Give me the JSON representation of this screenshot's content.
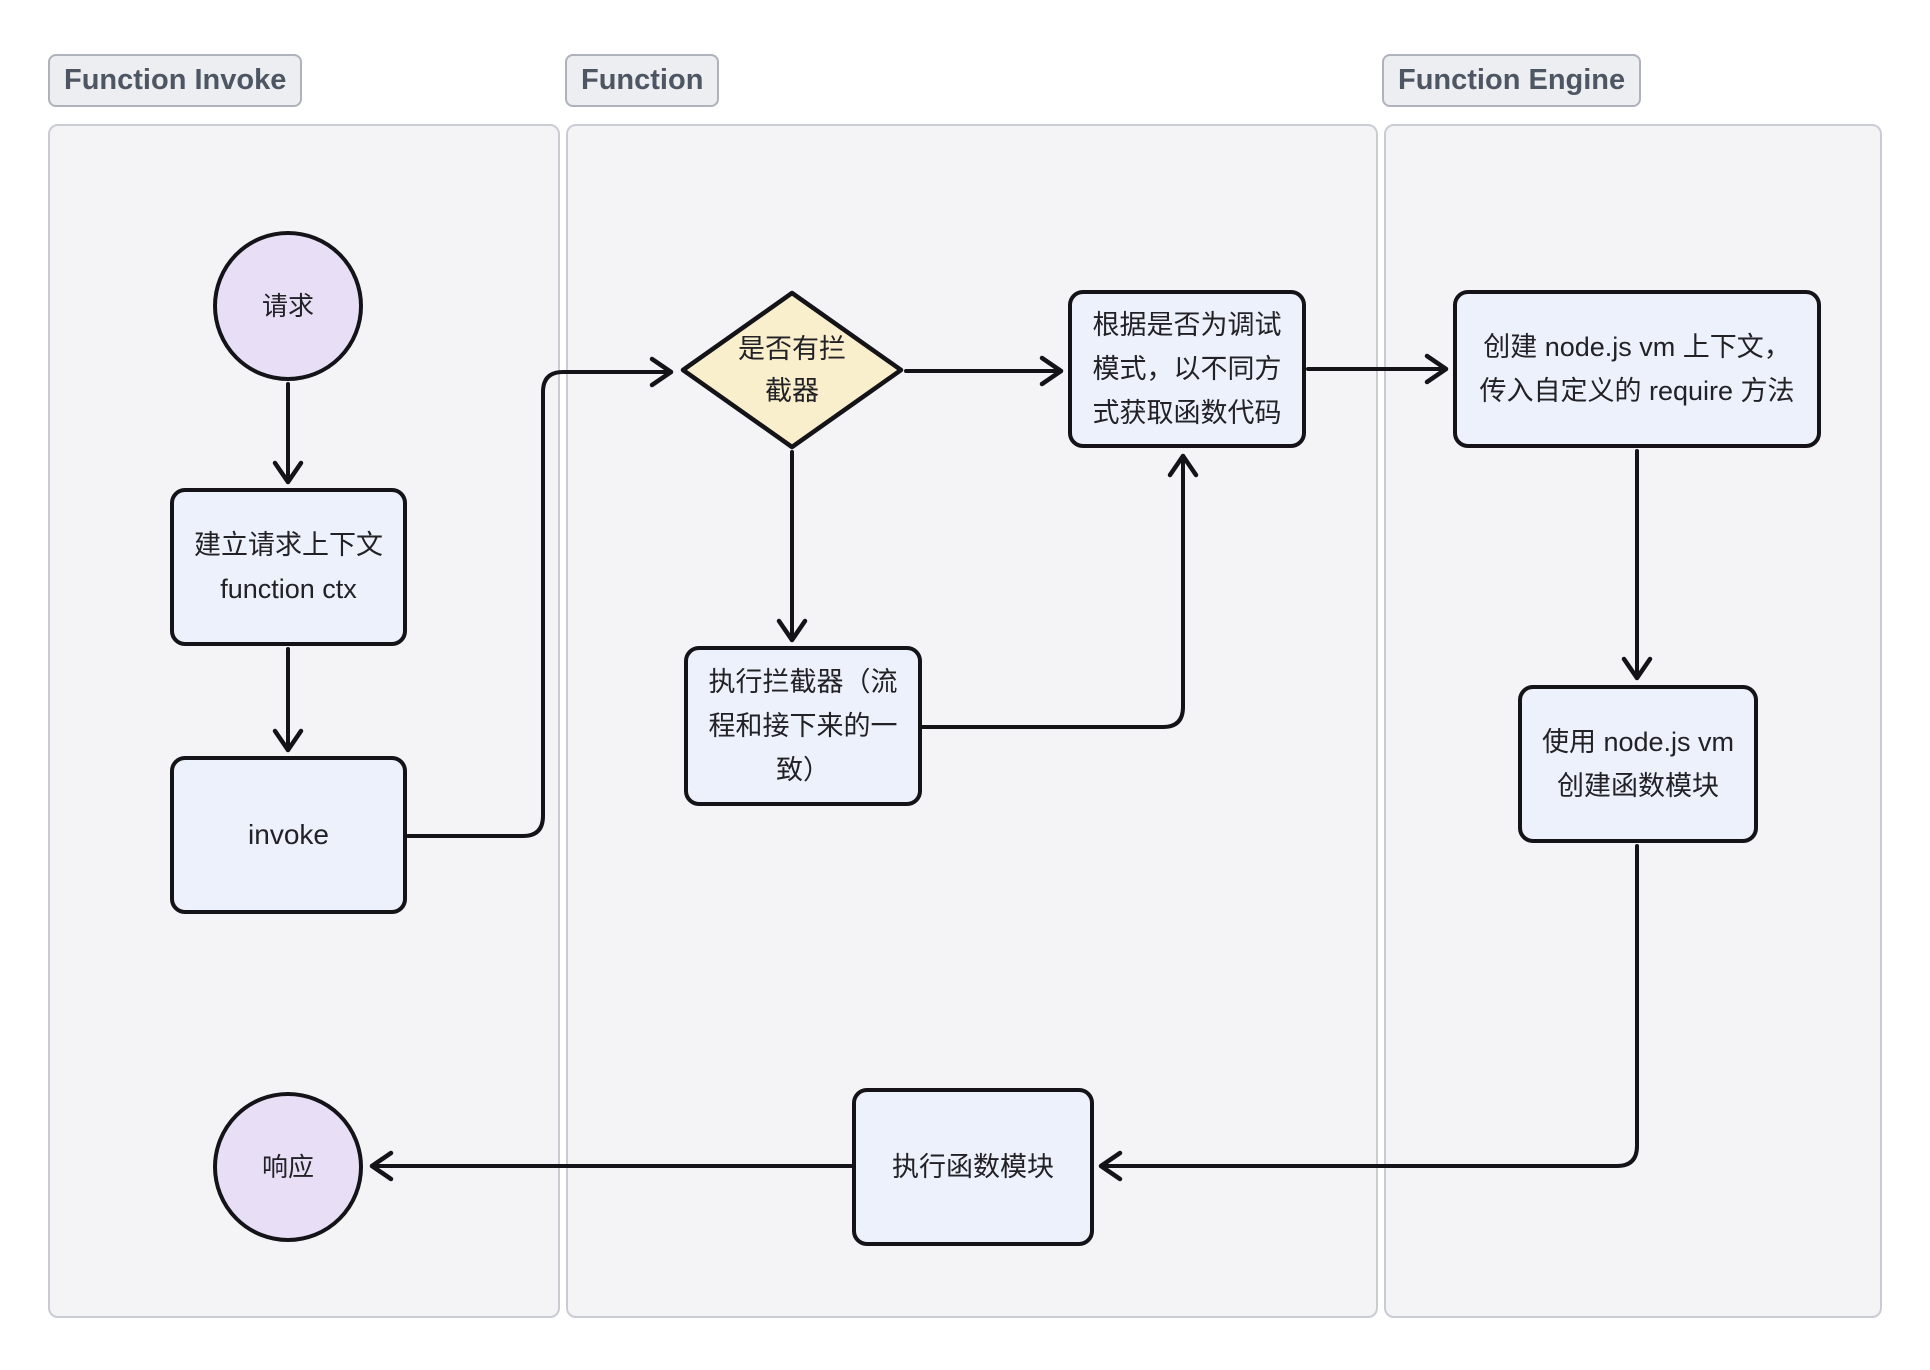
{
  "lanes": [
    {
      "id": "function-invoke",
      "label": "Function Invoke"
    },
    {
      "id": "function",
      "label": "Function"
    },
    {
      "id": "function-engine",
      "label": "Function Engine"
    }
  ],
  "nodes": {
    "request": {
      "type": "circle",
      "lines": [
        "请求"
      ]
    },
    "build_ctx": {
      "type": "box",
      "lines": [
        "建立请求上下文",
        "function ctx"
      ]
    },
    "invoke": {
      "type": "box",
      "lines": [
        "invoke"
      ]
    },
    "has_interceptor": {
      "type": "diamond",
      "lines": [
        "是否有拦",
        "截器"
      ]
    },
    "run_interceptor": {
      "type": "box",
      "lines": [
        "执行拦截器（流",
        "程和接下来的一",
        "致）"
      ]
    },
    "get_code": {
      "type": "box",
      "lines": [
        "根据是否为调试",
        "模式，以不同方",
        "式获取函数代码"
      ]
    },
    "create_vm": {
      "type": "box",
      "lines": [
        "创建 node.js vm 上下文，",
        "传入自定义的 require 方法"
      ]
    },
    "use_vm": {
      "type": "box",
      "lines": [
        "使用 node.js vm",
        "创建函数模块"
      ]
    },
    "exec_module": {
      "type": "box",
      "lines": [
        "执行函数模块"
      ]
    },
    "response": {
      "type": "circle",
      "lines": [
        "响应"
      ]
    }
  },
  "edges": [
    {
      "from": "request",
      "to": "build_ctx"
    },
    {
      "from": "build_ctx",
      "to": "invoke"
    },
    {
      "from": "invoke",
      "to": "has_interceptor"
    },
    {
      "from": "has_interceptor",
      "to": "run_interceptor"
    },
    {
      "from": "has_interceptor",
      "to": "get_code"
    },
    {
      "from": "run_interceptor",
      "to": "get_code"
    },
    {
      "from": "get_code",
      "to": "create_vm"
    },
    {
      "from": "create_vm",
      "to": "use_vm"
    },
    {
      "from": "use_vm",
      "to": "exec_module"
    },
    {
      "from": "exec_module",
      "to": "response"
    }
  ],
  "colors": {
    "lane_bg": "#f4f4f6",
    "lane_border": "#c9ccd3",
    "chip_bg": "#edeef1",
    "chip_border": "#aeb2ba",
    "chip_text": "#4e5663",
    "node_fill": "#edf1fb",
    "node_border": "#131318",
    "circle_fill": "#e8dff6",
    "diamond_fill": "#faefcd",
    "arrow": "#131318",
    "text": "#212126"
  }
}
